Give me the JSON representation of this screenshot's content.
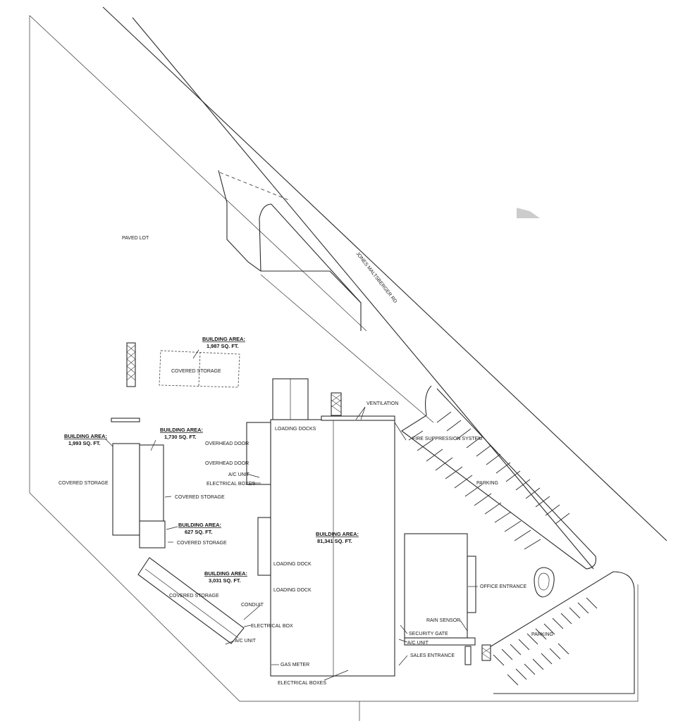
{
  "site": {
    "lot_label": "PAVED LOT",
    "road_label": "JONES MALTSBERGER RD",
    "parking_labels": [
      "PARKING",
      "PARKING"
    ]
  },
  "buildings": {
    "main": {
      "title": "BUILDING AREA:",
      "area": "81,341 SQ. FT."
    },
    "storage_top": {
      "title": "BUILDING AREA:",
      "area": "1,987 SQ. FT.",
      "use": "COVERED STORAGE"
    },
    "storage_left": {
      "title": "BUILDING AREA:",
      "area": "1,993 SQ. FT."
    },
    "storage_mid": {
      "title": "BUILDING AREA:",
      "area": "1,730 SQ. FT."
    },
    "storage_small": {
      "title": "BUILDING AREA:",
      "area": "627 SQ. FT."
    },
    "storage_diag": {
      "title": "BUILDING AREA:",
      "area": "3,031 SQ. FT."
    }
  },
  "callouts": {
    "covered_storage_left": "COVERED STORAGE",
    "covered_storage_right": "COVERED STORAGE",
    "covered_storage_small": "COVERED STORAGE",
    "covered_storage_diag": "COVERED STORAGE",
    "ventilation": "VENTILATION",
    "loading_docks": "LOADING DOCKS",
    "fire_suppression": "FIRE SUPPRESSION SYSTEM",
    "overhead_door_1": "OVERHEAD DOOR",
    "overhead_door_2": "OVERHEAD DOOR",
    "ac_unit_top": "A/C UNIT",
    "electrical_boxes_top": "ELECTRICAL BOXES",
    "loading_dock_1": "LOADING DOCK",
    "loading_dock_2": "LOADING DOCK",
    "office_entrance": "OFFICE ENTRANCE",
    "conduit": "CONDUIT",
    "electrical_box": "ELECTRICAL BOX",
    "ac_unit_left": "A/C UNIT",
    "rain_sensor": "RAIN SENSOR",
    "security_gate": "SECURITY GATE",
    "ac_unit_right": "A/C UNIT",
    "sales_entrance": "SALES ENTRANCE",
    "gas_meter": "GAS METER",
    "electrical_boxes_bottom": "ELECTRICAL BOXES"
  }
}
